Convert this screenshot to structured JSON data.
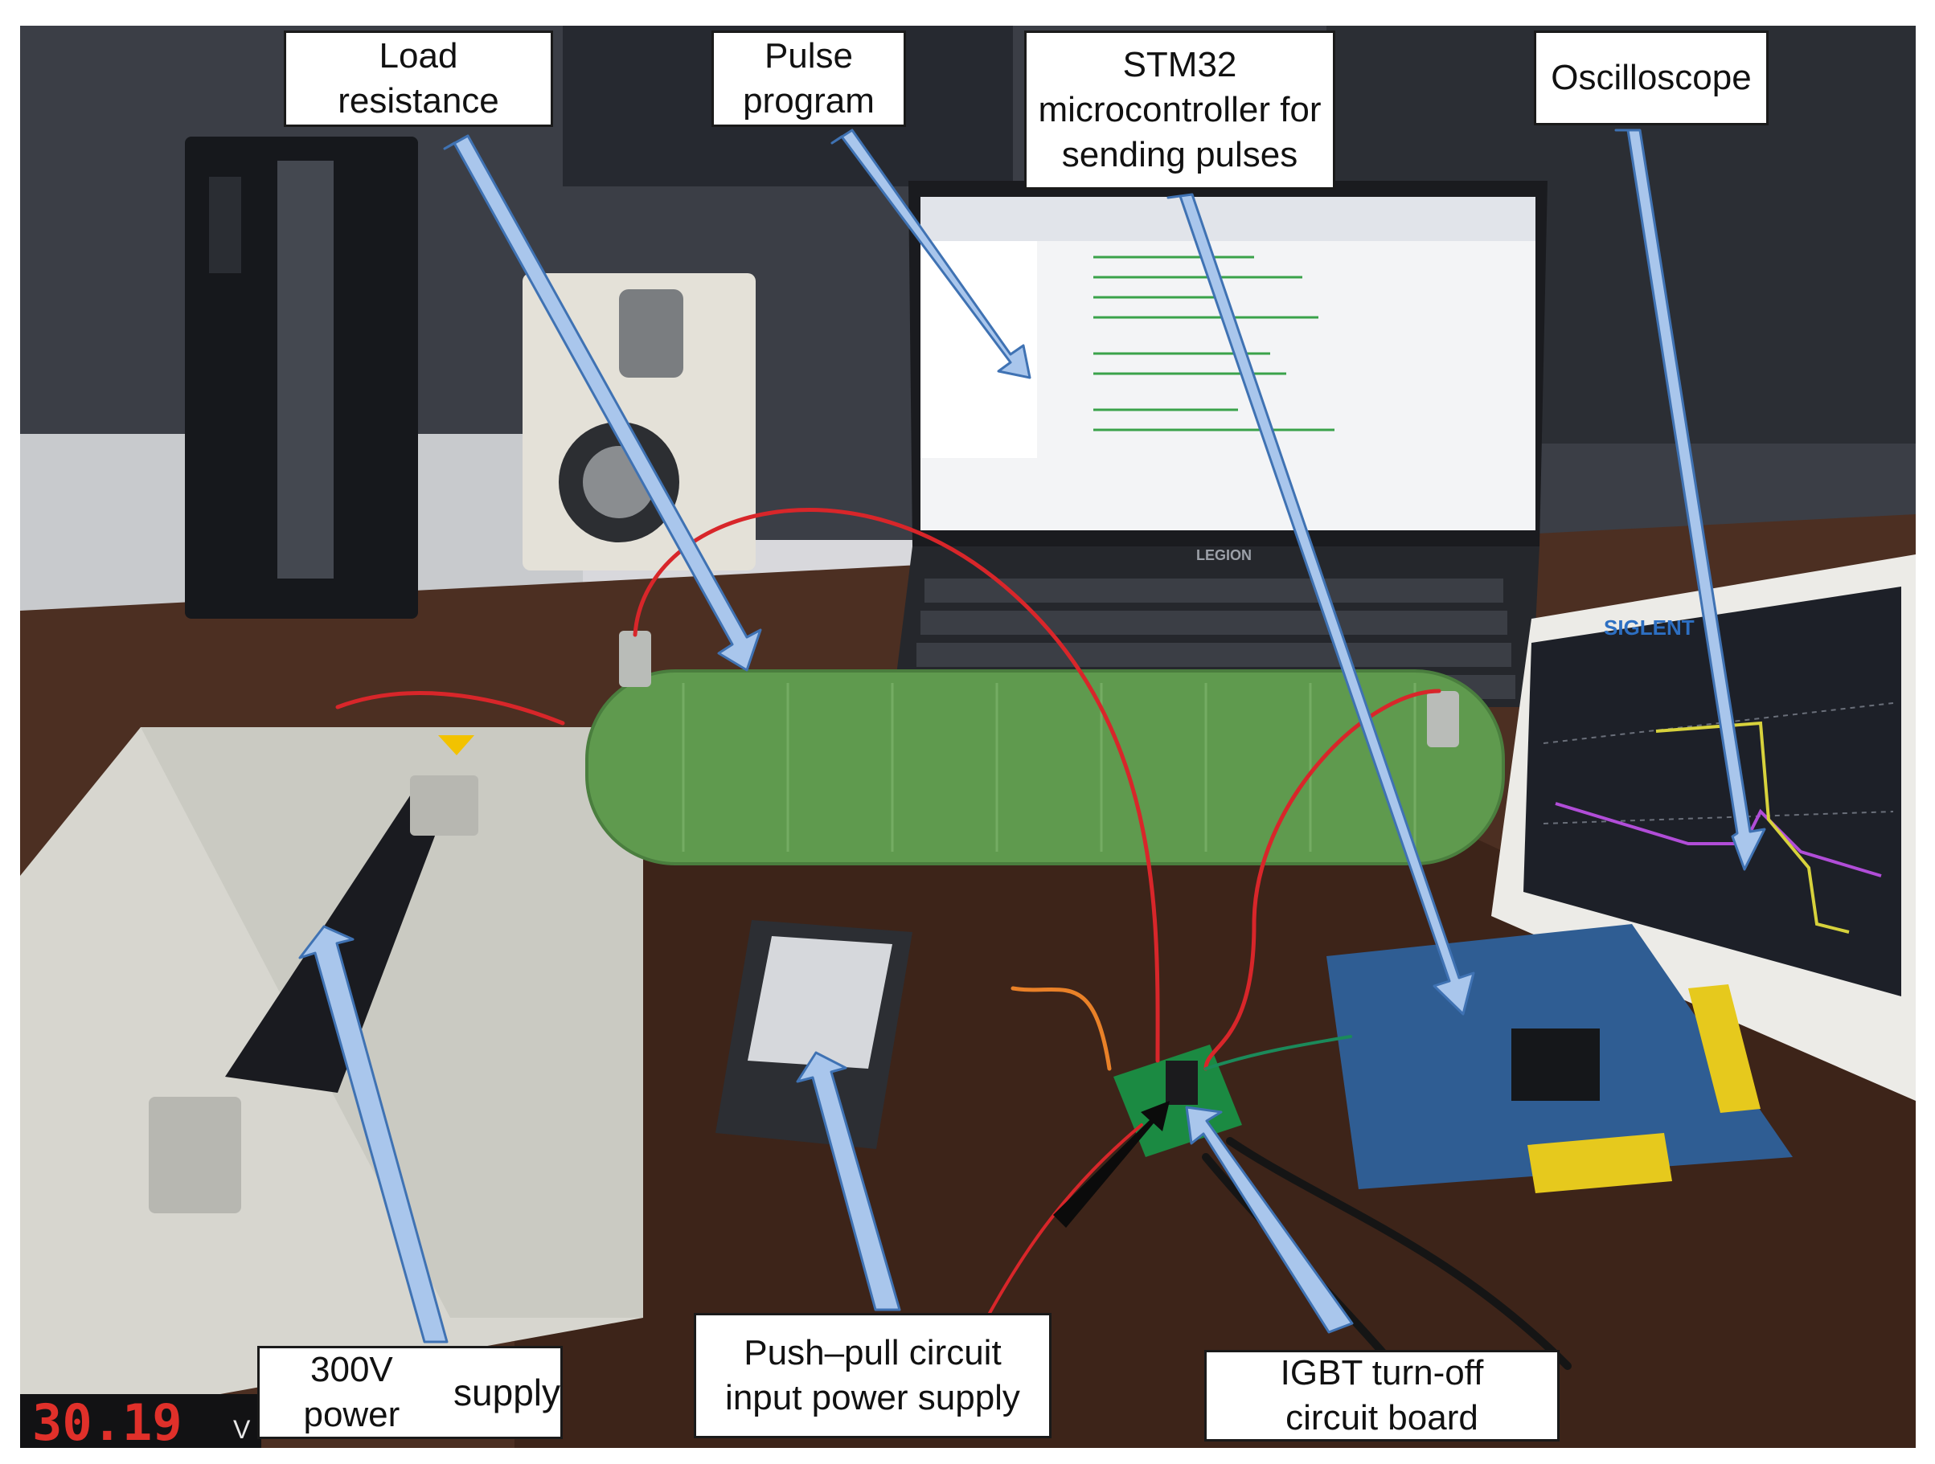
{
  "labels": {
    "load_resistance": "Load\nresistance",
    "pulse_program": "Pulse\nprogram",
    "stm32": "STM32\nmicrocontroller for\nsending pulses",
    "oscilloscope": "Oscilloscope",
    "power_supply_300v_a": "300V power",
    "power_supply_300v_b": "supply",
    "push_pull_supply": "Push–pull circuit\ninput power supply",
    "igbt_board": "IGBT turn-off\ncircuit board"
  },
  "photo_text": {
    "laptop_brand": "LEGION",
    "scope_brand": "SIGLENT",
    "supply_display": "30.19",
    "supply_unit": "V"
  },
  "colors": {
    "arrow_fill": "#a9c6ec",
    "arrow_stroke": "#3f72b3",
    "wire_red": "#d8262a",
    "resistor_green": "#5f9a4e",
    "board_blue": "#2f5d93",
    "desk_brown": "#4c2f22"
  }
}
